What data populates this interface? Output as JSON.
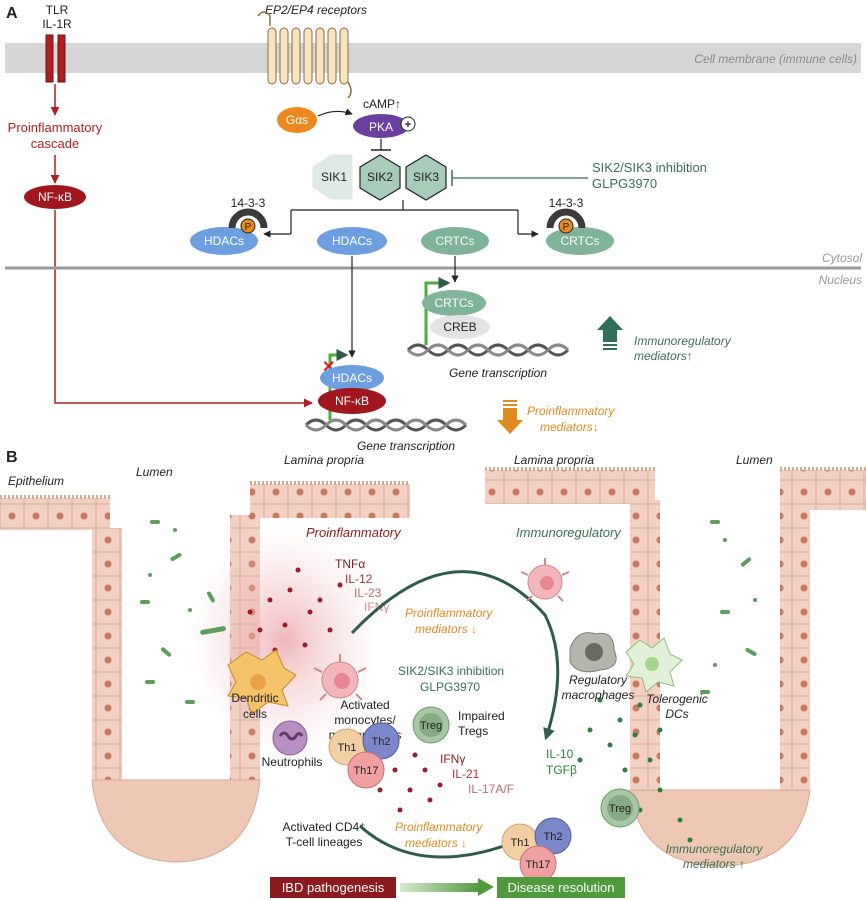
{
  "panel_a": {
    "label": "A",
    "receptor_tlr": "TLR",
    "receptor_il1r": "IL-1R",
    "ep_receptors": "EP2/EP4 receptors",
    "membrane": "Cell membrane (immune cells)",
    "cascade_1": "Proinflammatory",
    "cascade_2": "cascade",
    "nfkb": "NF-κB",
    "gas": "Gαs",
    "camp": "cAMP↑",
    "pka": "PKA",
    "plus": "+",
    "sik1": "SIK1",
    "sik2": "SIK2",
    "sik3": "SIK3",
    "inhibition_1": "SIK2/SIK3 inhibition",
    "inhibition_2": "GLPG3970",
    "p1433": "14-3-3",
    "p": "P",
    "hdacs": "HDACs",
    "crtcs": "CRTCs",
    "creb": "CREB",
    "cytosol": "Cytosol",
    "nucleus": "Nucleus",
    "gene_transcription": "Gene transcription",
    "immuno_1": "Immunoregulatory",
    "immuno_2": "mediators↑",
    "proinf_1": "Proinflammatory",
    "proinf_2": "mediators↓"
  },
  "panel_b": {
    "label": "B",
    "epithelium": "Epithelium",
    "lumen": "Lumen",
    "lamina_propria": "Lamina propria",
    "proinflammatory": "Proinflammatory",
    "immunoregulatory": "Immunoregulatory",
    "cytokines_left": [
      "TNFα",
      "IL-12",
      "IL-23",
      "IFNγ"
    ],
    "proinf_med_1": "Proinflammatory",
    "proinf_med_2": "mediators ↓",
    "inhibition_1": "SIK2/SIK3 inhibition",
    "inhibition_2": "GLPG3970",
    "dendritic_1": "Dendritic",
    "dendritic_2": "cells",
    "activated_1": "Activated",
    "activated_2": "monocytes/",
    "activated_3": "macrophages",
    "neutrophils": "Neutrophils",
    "treg": "Treg",
    "impaired_1": "Impaired",
    "impaired_2": "Tregs",
    "th1": "Th1",
    "th2": "Th2",
    "th17": "Th17",
    "cytokines_t": [
      "IFNγ",
      "IL-21",
      "IL-17A/F"
    ],
    "cd4_1": "Activated CD4⁺",
    "cd4_2": "T-cell lineages",
    "reg_mac_1": "Regulatory",
    "reg_mac_2": "macrophages",
    "tolerogenic_1": "Tolerogenic",
    "tolerogenic_2": "DCs",
    "il10": "IL-10",
    "tgfb": "TGFβ",
    "immuno_med_1": "Immunoregulatory",
    "immuno_med_2": "mediators ↑",
    "ibd": "IBD pathogenesis",
    "resolution": "Disease resolution"
  },
  "colors": {
    "red": "#b01e23",
    "darkred": "#8b1a1e",
    "green": "#3b6e52",
    "orange": "#e08a1e",
    "hdac_blue": "#6d9ee0",
    "crtc_green": "#7fb39a",
    "pka_purple": "#6b3fa0",
    "membrane_gray": "#d6d6d6"
  }
}
